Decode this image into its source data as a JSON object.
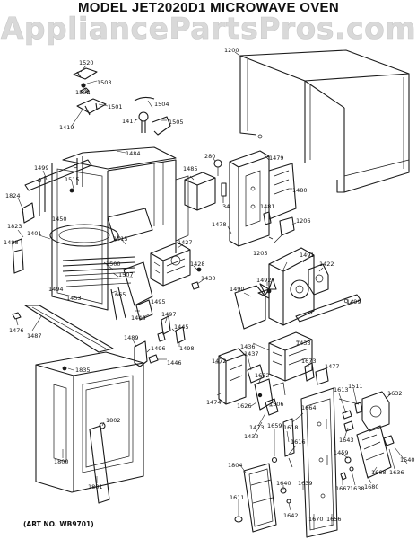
{
  "header": {
    "title": "MODEL JET2020D1  MICROWAVE OVEN",
    "watermark": "AppliancePartsPros.com"
  },
  "footer": {
    "art_no": "(ART NO. WB9701)"
  },
  "parts": [
    {
      "id": "p1520",
      "label": "1520"
    },
    {
      "id": "p1503",
      "label": "1503"
    },
    {
      "id": "p1502",
      "label": "1502"
    },
    {
      "id": "p1501",
      "label": "1501"
    },
    {
      "id": "p1504",
      "label": "1504"
    },
    {
      "id": "p1419",
      "label": "1419"
    },
    {
      "id": "p1417",
      "label": "1417"
    },
    {
      "id": "p1505",
      "label": "1505"
    },
    {
      "id": "p1200",
      "label": "1200"
    },
    {
      "id": "p1484",
      "label": "1484"
    },
    {
      "id": "p1499a",
      "label": "1499"
    },
    {
      "id": "p1515",
      "label": "1515"
    },
    {
      "id": "p1824",
      "label": "1824"
    },
    {
      "id": "p1823",
      "label": "1823"
    },
    {
      "id": "p1401",
      "label": "1401"
    },
    {
      "id": "p1488",
      "label": "1488"
    },
    {
      "id": "p1450",
      "label": "1450"
    },
    {
      "id": "p1415",
      "label": "1415"
    },
    {
      "id": "p1500",
      "label": "1500"
    },
    {
      "id": "p1507",
      "label": "1507"
    },
    {
      "id": "p1494",
      "label": "1494"
    },
    {
      "id": "p1453",
      "label": "1453"
    },
    {
      "id": "p665",
      "label": "665"
    },
    {
      "id": "p1427",
      "label": "1427"
    },
    {
      "id": "p1428",
      "label": "1428"
    },
    {
      "id": "p1430",
      "label": "1430"
    },
    {
      "id": "p1485",
      "label": "1485"
    },
    {
      "id": "p280",
      "label": "280"
    },
    {
      "id": "p1479",
      "label": "1479"
    },
    {
      "id": "p1480",
      "label": "1480"
    },
    {
      "id": "p1478",
      "label": "1478"
    },
    {
      "id": "p34",
      "label": "34"
    },
    {
      "id": "p1481",
      "label": "1481"
    },
    {
      "id": "p1206",
      "label": "1206"
    },
    {
      "id": "p1205",
      "label": "1205"
    },
    {
      "id": "p1491",
      "label": "1491"
    },
    {
      "id": "p1422",
      "label": "1422"
    },
    {
      "id": "p1490",
      "label": "1490"
    },
    {
      "id": "p1492",
      "label": "1492"
    },
    {
      "id": "p1499b",
      "label": "1499"
    },
    {
      "id": "p1495",
      "label": "1495"
    },
    {
      "id": "p1448",
      "label": "1448"
    },
    {
      "id": "p1497",
      "label": "1497"
    },
    {
      "id": "p1445",
      "label": "1445"
    },
    {
      "id": "p1498",
      "label": "1498"
    },
    {
      "id": "p1489",
      "label": "1489"
    },
    {
      "id": "p1496",
      "label": "1496"
    },
    {
      "id": "p1446",
      "label": "1446"
    },
    {
      "id": "p1476",
      "label": "1476"
    },
    {
      "id": "p1487",
      "label": "1487"
    },
    {
      "id": "p1436",
      "label": "1436"
    },
    {
      "id": "p1433",
      "label": "1433"
    },
    {
      "id": "p1472",
      "label": "1472"
    },
    {
      "id": "p1437",
      "label": "1437"
    },
    {
      "id": "p1673",
      "label": "1673"
    },
    {
      "id": "p1477",
      "label": "1477"
    },
    {
      "id": "p1474",
      "label": "1474"
    },
    {
      "id": "p1682",
      "label": "1682"
    },
    {
      "id": "p1626",
      "label": "1626"
    },
    {
      "id": "p1506",
      "label": "1506"
    },
    {
      "id": "p1613",
      "label": "1613"
    },
    {
      "id": "p1511",
      "label": "1511"
    },
    {
      "id": "p1632",
      "label": "1632"
    },
    {
      "id": "p1473",
      "label": "1473"
    },
    {
      "id": "p1432",
      "label": "1432"
    },
    {
      "id": "p1659",
      "label": "1659"
    },
    {
      "id": "p1618",
      "label": "1618"
    },
    {
      "id": "p1664",
      "label": "1664"
    },
    {
      "id": "p1835",
      "label": "1835"
    },
    {
      "id": "p1802",
      "label": "1802"
    },
    {
      "id": "p1800",
      "label": "1800"
    },
    {
      "id": "p1801",
      "label": "1801"
    },
    {
      "id": "p1804",
      "label": "1804"
    },
    {
      "id": "p1611",
      "label": "1611"
    },
    {
      "id": "p1616",
      "label": "1616"
    },
    {
      "id": "p1643",
      "label": "1643"
    },
    {
      "id": "p1459",
      "label": "1459"
    },
    {
      "id": "p1668",
      "label": "1668"
    },
    {
      "id": "p1636",
      "label": "1636"
    },
    {
      "id": "p1540",
      "label": "1540"
    },
    {
      "id": "p1667",
      "label": "1667"
    },
    {
      "id": "p1638",
      "label": "1638"
    },
    {
      "id": "p1680",
      "label": "1680"
    },
    {
      "id": "p1640",
      "label": "1640"
    },
    {
      "id": "p1639",
      "label": "1639"
    },
    {
      "id": "p1642",
      "label": "1642"
    },
    {
      "id": "p1670",
      "label": "1670"
    },
    {
      "id": "p1656",
      "label": "1656"
    }
  ]
}
